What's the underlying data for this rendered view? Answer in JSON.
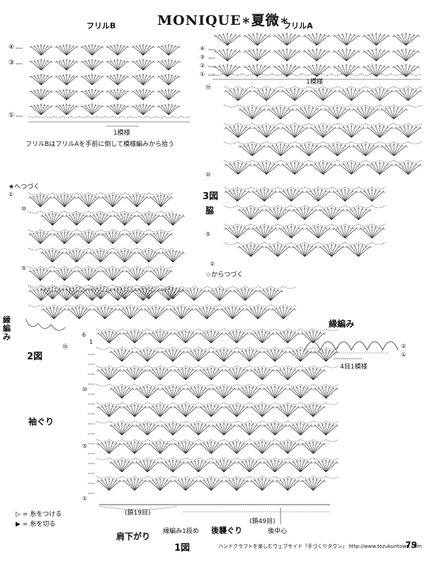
{
  "header": {
    "title": "MONIQUE∗夏微∗",
    "page_number": "79"
  },
  "frill_b": {
    "label": "フリルB",
    "repeat_label": "1模様",
    "row_labels": [
      "④",
      "③",
      "①"
    ],
    "note": "フリルBはフリルAを手前に倒して模様編みから拾う"
  },
  "frill_a": {
    "label": "フリルA",
    "repeat_label": "1模様",
    "row_labels": [
      "④",
      "③",
      "②",
      "①"
    ]
  },
  "fig3": {
    "label": "3図",
    "side_label": "脇",
    "row_labels": [
      "⑮",
      "⑩",
      "⑤"
    ],
    "continue_label": "☆からつづく",
    "bottom_row_label": "②"
  },
  "fig2": {
    "label": "2図",
    "continue_label": "★へつづく",
    "top_row_label": "①",
    "row_labels": [
      "⑩",
      "⑤"
    ],
    "edging_label": "縁編み"
  },
  "fig1": {
    "label": "1図",
    "armhole_label": "袖ぐり",
    "shoulder_label": "肩下がり",
    "back_neck_label": "後襲ぐり",
    "back_center_label": "後中心",
    "chain_19": "(鎖19目)",
    "chain_49": "(鎖49目)",
    "edging_row1": "縁編み1段め",
    "row_labels": [
      "⑮",
      "⑩",
      "⑤",
      "①"
    ],
    "side_numbers": [
      "6",
      "1"
    ]
  },
  "edging": {
    "label": "縁編み",
    "repeat_label": "4目1模様",
    "row_labels": [
      "②",
      "①"
    ]
  },
  "legend": [
    {
      "symbol": "▷",
      "text": "= 糸をつける"
    },
    {
      "symbol": "▶",
      "text": "= 糸を切る"
    }
  ],
  "footer": {
    "text": "ハンドクラフトを楽しむウェブサイド『手づくりタウン』 http://www.tezukuritown.com"
  }
}
